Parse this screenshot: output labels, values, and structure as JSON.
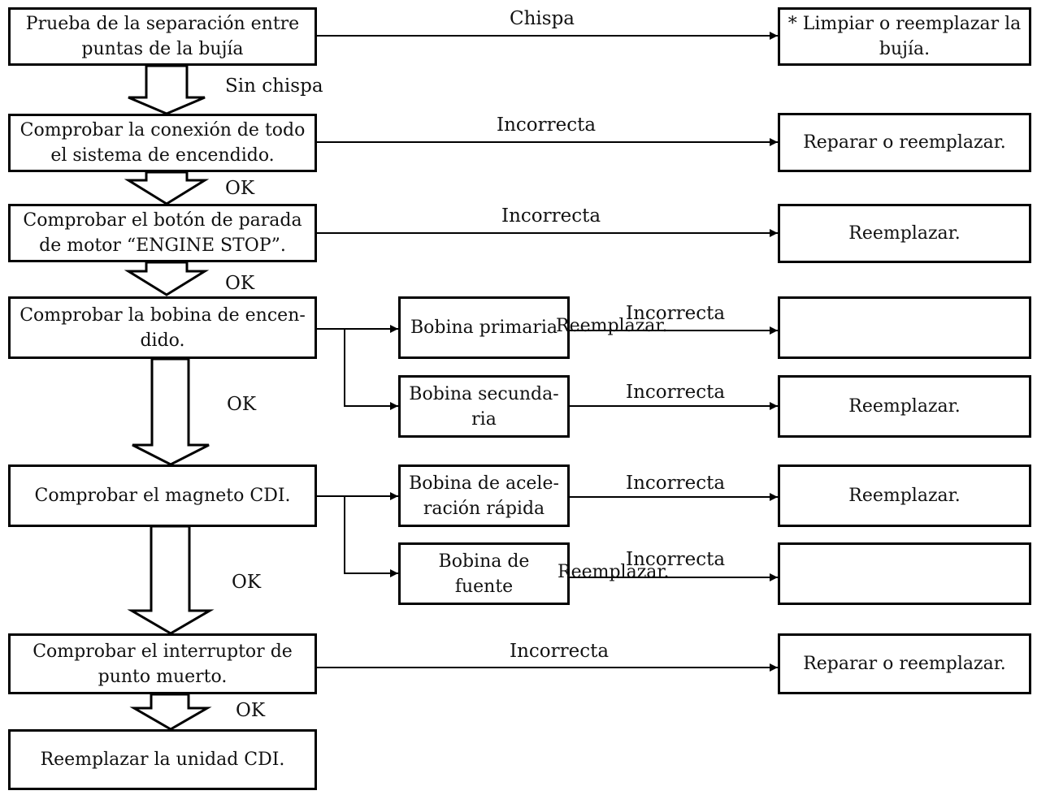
{
  "steps": {
    "spark_gap": "Prueba de la separación entre puntas de la bujía",
    "connections": "Comprobar la conexión de todo el sistema de encendido.",
    "engine_stop": "Comprobar el botón de parada de motor “ENGINE STOP”.",
    "ignition_coil": "Comprobar la bobina de encen- dido.",
    "magneto": "Comprobar el magneto CDI.",
    "neutral_switch": "Comprobar el interruptor de punto muerto.",
    "final": "Reemplazar la unidad CDI."
  },
  "sub_checks": {
    "primary_coil": "Bobina primaria",
    "secondary_coil": "Bobina secunda- ria",
    "pickup_coil": "Bobina de acele- ración rápida",
    "source_coil": "Bobina de fuente"
  },
  "actions": {
    "clean_replace_plug": "* Limpiar o reemplazar la bujía.",
    "repair_replace_1": "Reparar o reemplazar.",
    "replace_1": "Reemplazar.",
    "replace_primary": "Reemplazar.",
    "replace_secondary": "Reemplazar.",
    "replace_pickup": "Reemplazar.",
    "replace_source": "Reemplazar.",
    "repair_replace_2": "Reparar o reemplazar."
  },
  "labels": {
    "chispa": "Chispa",
    "sin_chispa": "Sin chispa",
    "incorrecta": "Incorrecta",
    "ok": "OK"
  },
  "colors": {
    "line": "#000000",
    "background": "#ffffff"
  }
}
